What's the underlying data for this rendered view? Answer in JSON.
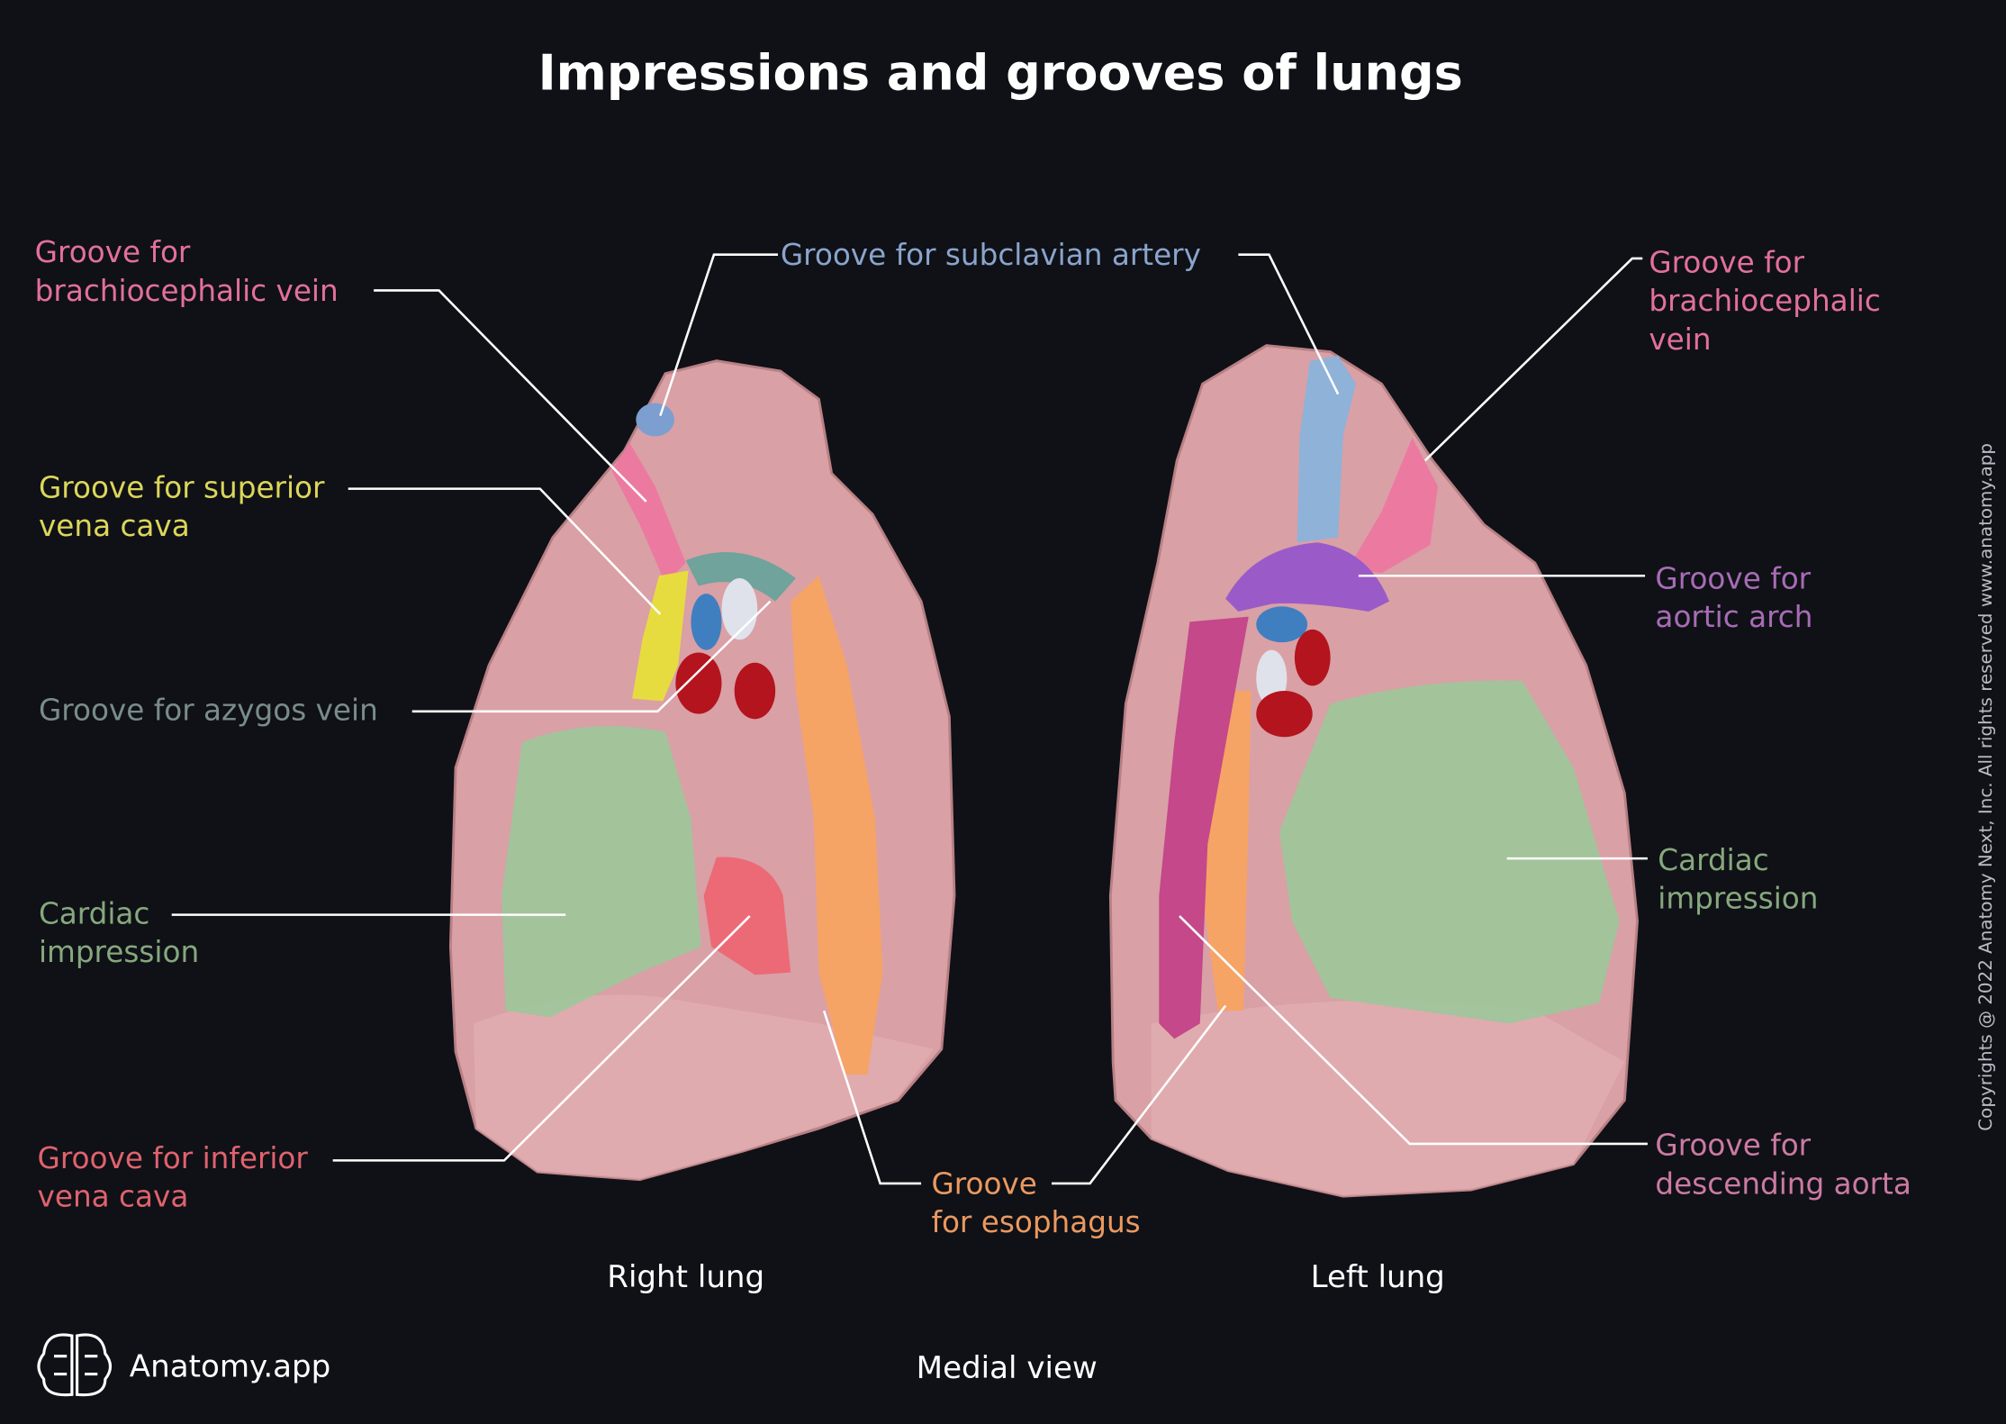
{
  "title": "Impressions and grooves of lungs",
  "labels": {
    "right_brachiocephalic": [
      "Groove for",
      "brachiocephalic vein"
    ],
    "subclavian_artery": [
      "Groove for subclavian artery"
    ],
    "left_brachiocephalic": [
      "Groove for",
      "brachiocephalic",
      "vein"
    ],
    "superior_vena_cava": [
      "Groove for superior",
      "vena cava"
    ],
    "aortic_arch": [
      "Groove for",
      "aortic arch"
    ],
    "azygos_vein": [
      "Groove for azygos vein"
    ],
    "right_cardiac": [
      "Cardiac",
      "impression"
    ],
    "left_cardiac": [
      "Cardiac",
      "impression"
    ],
    "inferior_vena_cava": [
      "Groove for inferior",
      "vena cava"
    ],
    "esophagus": [
      "Groove",
      "for esophagus"
    ],
    "descending_aorta": [
      "Groove for",
      "descending aorta"
    ]
  },
  "lung_captions": {
    "right": "Right lung",
    "left": "Left lung"
  },
  "view": "Medial view",
  "brand": {
    "name": "Anatomy.app",
    "icon": "brain-icon"
  },
  "copyright": "Copyrights @ 2022 Anatomy Next, Inc. All rights reserved www.anatomy.app",
  "colors": {
    "background": "#0f1116",
    "brachiocephalic": "#e3709c",
    "subclavian": "#8aa4cc",
    "superior_vena_cava": "#dcd65a",
    "azygos": "#7a8c8a",
    "cardiac": "#86a87e",
    "inferior_vena_cava": "#e0626f",
    "esophagus": "#eb9960",
    "aortic_arch": "#a76cb5",
    "descending_aorta": "#cc7aa4",
    "lung": "#d9a0a6"
  }
}
